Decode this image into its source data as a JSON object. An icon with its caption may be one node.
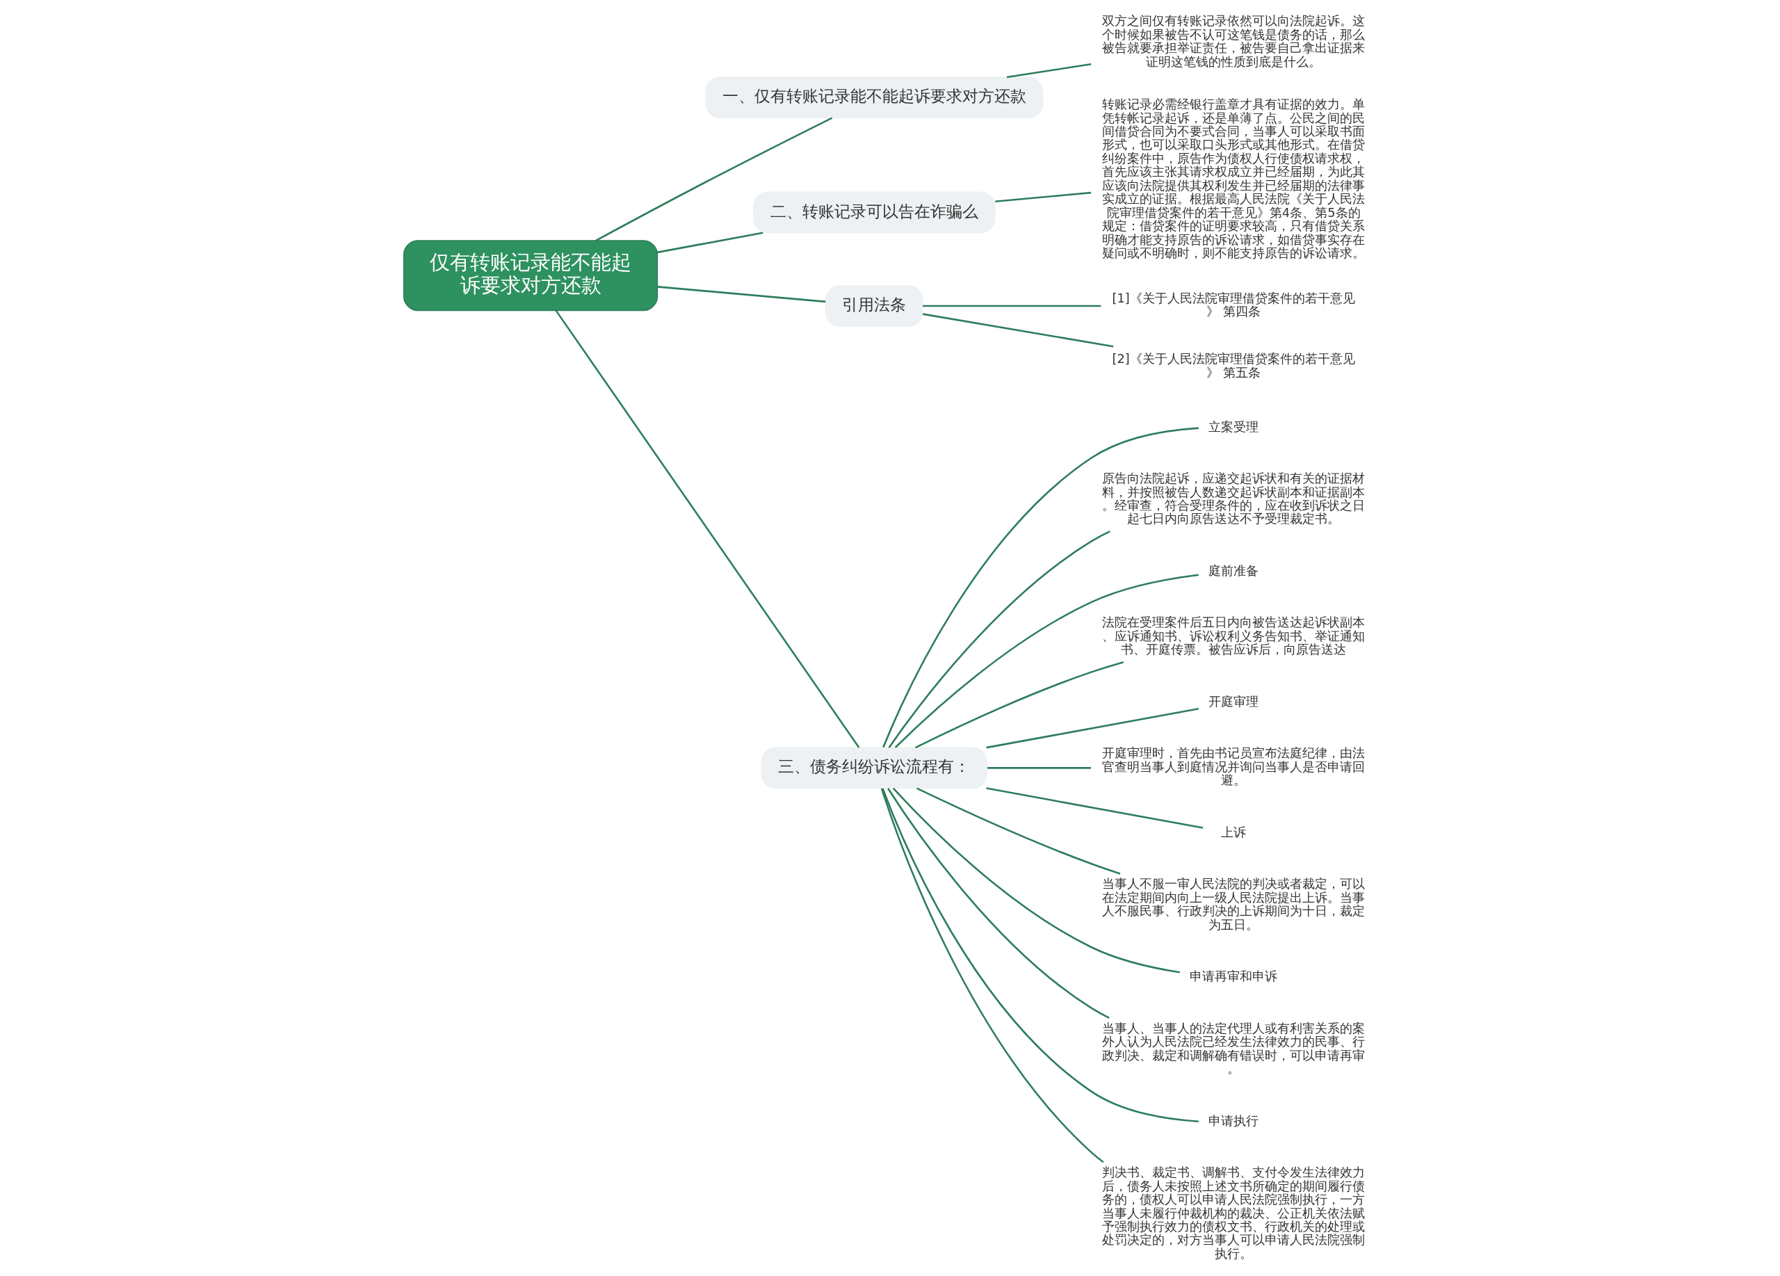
{
  "diagram": {
    "nodes": [
      {
        "text": [
          "仅有转账记录能不能起诉要求对方还款"
        ]
      },
      {
        "text": [
          "一、仅有转账记录能不能起诉要求对方还款"
        ]
      },
      {
        "text": [
          "双方之间仅有转账记录依然可以向法院起诉。这个时候如果被告不认可这笔钱是债务的话，那么被告就要承担举证责任，被告要自己拿出证据来证明这笔钱的性质到底是什么。"
        ]
      },
      {
        "text": [
          "二、转账记录可以告在诈骗么"
        ]
      },
      {
        "text": [
          "转账记录必需经银行盖章才具有证据的效力。单凭转帐记录起诉，还是单薄了点。公民之间的民间借贷合同为不要式合同，当事人可以采取书面形式，也可以采取口头形式或其他形式。在借贷纠纷案件中，原告作为债权人行使债权请求权，首先应该主张其请求权成立并已经届期，为此其应该向法院提供其权利发生并已经届期的法律事实成立的证据。根据最高人民法院《关于人民法院审理借贷案件的若干意见》第4条、第5条的规定：借贷案件的证明要求较高，只有借贷关系明确才能支持原告的诉讼请求，如借贷事实存在疑问或不明确时，则不能支持原告的诉讼请求。"
        ]
      },
      {
        "text": [
          "引用法条"
        ]
      },
      {
        "text": [
          "[1]《关于人民法院审理借贷案件的若干意见》 第四条"
        ]
      },
      {
        "text": [
          "[2]《关于人民法院审理借贷案件的若干意见》 第五条"
        ]
      },
      {
        "text": [
          "三、债务纠纷诉讼流程有："
        ]
      },
      {
        "text": [
          "立案受理"
        ]
      },
      {
        "text": [
          "原告向法院起诉，应递交起诉状和有关的证据材料，并按照被告人数递交起诉状副本和证据副本。经审查，符合受理条件的，应在收到诉状之日起七日内向原告送达不予受理裁定书。"
        ]
      },
      {
        "text": [
          "庭前准备"
        ]
      },
      {
        "text": [
          "法院在受理案件后五日内向被告送达起诉状副本、应诉通知书、诉讼权利义务告知书、举证通知书、开庭传票。被告应诉后，向原告送达"
        ]
      },
      {
        "text": [
          "开庭审理"
        ]
      },
      {
        "text": [
          "开庭审理时，首先由书记员宣布法庭纪律，由法官查明当事人到庭情况并询问当事人是否申请回避。"
        ]
      },
      {
        "text": [
          "上诉"
        ]
      },
      {
        "text": [
          "当事人不服一审人民法院的判决或者裁定，可以在法定期间内向上一级人民法院提出上诉。当事人不服民事、行政判决的上诉期间为十日，裁定为五日。"
        ]
      },
      {
        "text": [
          "申请再审和申诉"
        ]
      },
      {
        "text": [
          "当事人、当事人的法定代理人或有利害关系的案外人认为人民法院已经发生法律效力的民事、行政判决、裁定和调解确有错误时，可以申请再审。"
        ]
      },
      {
        "text": [
          "申请执行"
        ]
      },
      {
        "text": [
          "判决书、裁定书、调解书、支付令发生法律效力后，债务人未按照上述文书所确定的期间履行债务的，债权人可以申请人民法院强制执行，一方当事人未履行仲裁机构的裁决、公正机关依法赋予强制执行效力的债权文书、行政机关的处理或处罚决定的，对方当事人可以申请人民法院强制执行。"
        ]
      }
    ],
    "edges": [
      {
        "from": 0,
        "to": 1,
        "arrow": "none"
      },
      {
        "from": 1,
        "to": 2,
        "arrow": "none"
      },
      {
        "from": 0,
        "to": 3,
        "arrow": "none"
      },
      {
        "from": 3,
        "to": 4,
        "arrow": "none"
      },
      {
        "from": 0,
        "to": 5,
        "arrow": "none"
      },
      {
        "from": 5,
        "to": 6,
        "arrow": "none"
      },
      {
        "from": 5,
        "to": 7,
        "arrow": "none"
      },
      {
        "from": 0,
        "to": 8,
        "arrow": "none"
      },
      {
        "from": 8,
        "to": 9,
        "arrow": "none"
      },
      {
        "from": 8,
        "to": 10,
        "arrow": "none"
      },
      {
        "from": 8,
        "to": 11,
        "arrow": "none"
      },
      {
        "from": 8,
        "to": 12,
        "arrow": "none"
      },
      {
        "from": 8,
        "to": 13,
        "arrow": "none"
      },
      {
        "from": 8,
        "to": 14,
        "arrow": "none"
      },
      {
        "from": 8,
        "to": 15,
        "arrow": "none"
      },
      {
        "from": 8,
        "to": 16,
        "arrow": "none"
      },
      {
        "from": 8,
        "to": 17,
        "arrow": "none"
      },
      {
        "from": 8,
        "to": 18,
        "arrow": "none"
      },
      {
        "from": 8,
        "to": 19,
        "arrow": "none"
      },
      {
        "from": 8,
        "to": 20,
        "arrow": "none"
      }
    ]
  }
}
